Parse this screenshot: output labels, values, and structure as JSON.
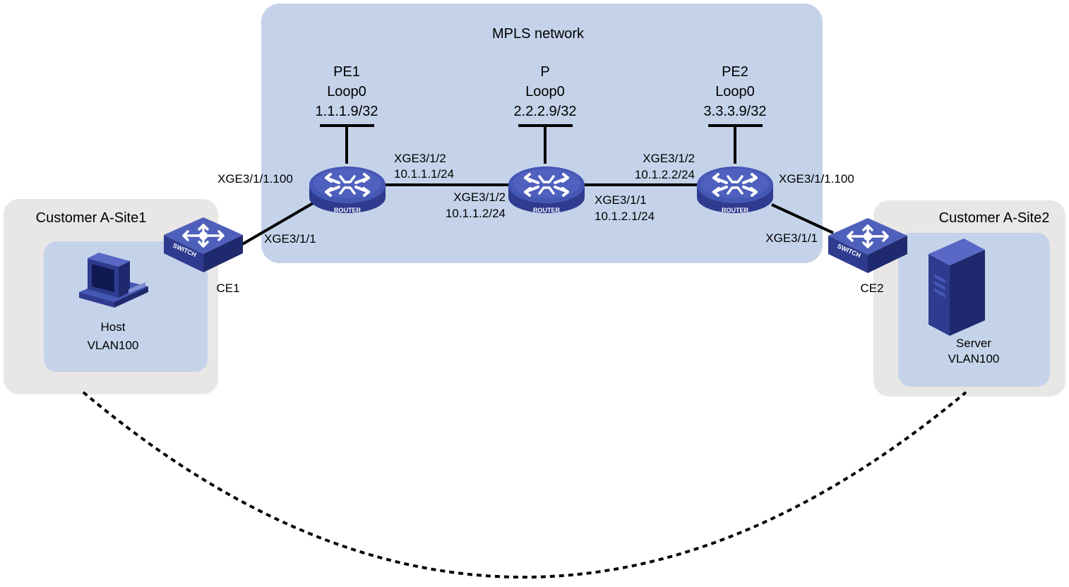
{
  "title": "MPLS network",
  "colors": {
    "mpls_bg": "#c5d3ea",
    "site_bg": "#e8e7e5",
    "site_inner": "#c5d3ea",
    "device_dark": "#2e3b8f",
    "device_mid": "#4557b5",
    "device_light": "#7f8fd1"
  },
  "sites": {
    "site1": {
      "label": "Customer A-Site1",
      "device_label": "Host",
      "vlan": "VLAN100"
    },
    "site2": {
      "label": "Customer A-Site2",
      "device_label": "Server",
      "vlan": "VLAN100"
    }
  },
  "routers": {
    "pe1": {
      "name": "PE1",
      "loop": "Loop0",
      "ip": "1.1.1.9/32",
      "badge": "ROUTER",
      "icon": "router-icon"
    },
    "p": {
      "name": "P",
      "loop": "Loop0",
      "ip": "2.2.2.9/32",
      "badge": "ROUTER",
      "icon": "router-icon"
    },
    "pe2": {
      "name": "PE2",
      "loop": "Loop0",
      "ip": "3.3.3.9/32",
      "badge": "ROUTER",
      "icon": "router-icon"
    }
  },
  "switches": {
    "ce1": {
      "name": "CE1",
      "badge": "SWITCH",
      "icon": "switch-icon"
    },
    "ce2": {
      "name": "CE2",
      "badge": "SWITCH",
      "icon": "switch-icon"
    }
  },
  "interfaces": {
    "pe1_sub": "XGE3/1/1.100",
    "pe1_p_if": "XGE3/1/2",
    "pe1_p_ip": "10.1.1.1/24",
    "p_pe1_if": "XGE3/1/2",
    "p_pe1_ip": "10.1.1.2/24",
    "p_pe2_if": "XGE3/1/1",
    "p_pe2_ip": "10.1.2.1/24",
    "pe2_p_if": "XGE3/1/2",
    "pe2_p_ip": "10.1.2.2/24",
    "pe2_sub": "XGE3/1/1.100",
    "ce1_if": "XGE3/1/1",
    "ce2_if": "XGE3/1/1"
  }
}
